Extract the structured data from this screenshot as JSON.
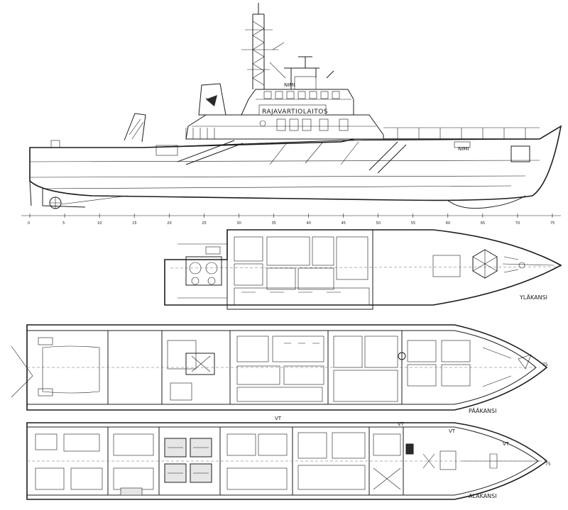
{
  "profile": {
    "hull_name_bow": "NIMI",
    "bridge_name": "NIMI",
    "superstructure_text": "RAJAVARTIOLAITOS",
    "frame_scale": [
      "0",
      "5",
      "10",
      "15",
      "20",
      "25",
      "30",
      "35",
      "40",
      "45",
      "50",
      "55",
      "60",
      "65",
      "70",
      "75"
    ]
  },
  "decks": [
    {
      "name": "YLÄKANSI"
    },
    {
      "name": "PÄÄKANSI"
    },
    {
      "name": "ALAKANSI"
    }
  ],
  "lower_deck_marks": [
    "VT",
    "VT",
    "VT",
    "VT"
  ],
  "bow_marks": [
    "75",
    "75"
  ]
}
